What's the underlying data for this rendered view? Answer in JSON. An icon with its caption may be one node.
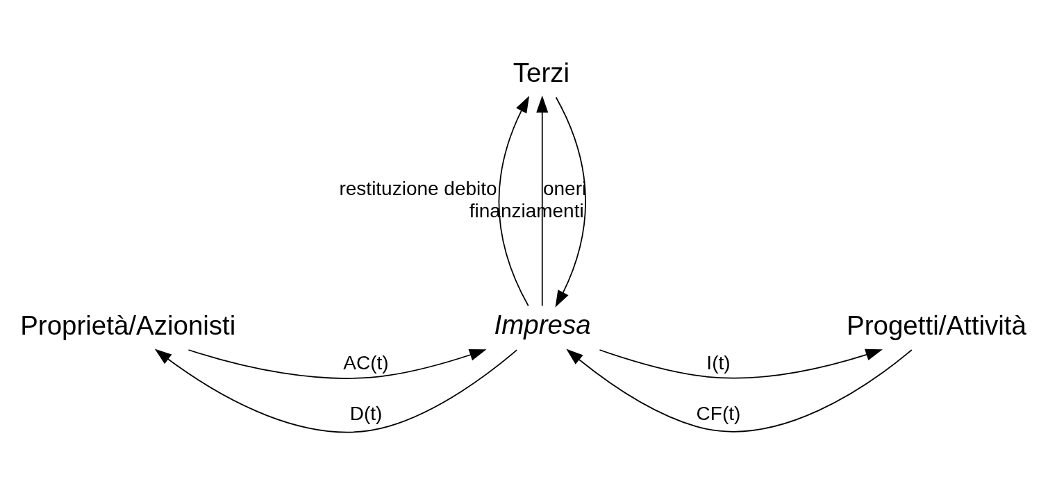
{
  "diagram": {
    "nodes": [
      {
        "text": [
          "Terzi"
        ]
      },
      {
        "text": [
          "Proprietà/Azionisti"
        ]
      },
      {
        "text": [
          "Impresa"
        ]
      },
      {
        "text": [
          "Progetti/Attività"
        ]
      }
    ],
    "edges": [
      {
        "from": 0,
        "to": 2,
        "arrow": "to",
        "label": "finanziamenti"
      },
      {
        "from": 2,
        "to": 0,
        "arrow": "to",
        "label": "oneri"
      },
      {
        "from": 2,
        "to": 0,
        "arrow": "to",
        "label": "restituzione debito"
      },
      {
        "from": 1,
        "to": 2,
        "arrow": "to",
        "label": "AC(t)"
      },
      {
        "from": 2,
        "to": 3,
        "arrow": "to",
        "label": "I(t)"
      },
      {
        "from": 2,
        "to": 1,
        "arrow": "to",
        "label": "D(t)"
      },
      {
        "from": 3,
        "to": 2,
        "arrow": "to",
        "label": "CF(t)"
      }
    ]
  }
}
